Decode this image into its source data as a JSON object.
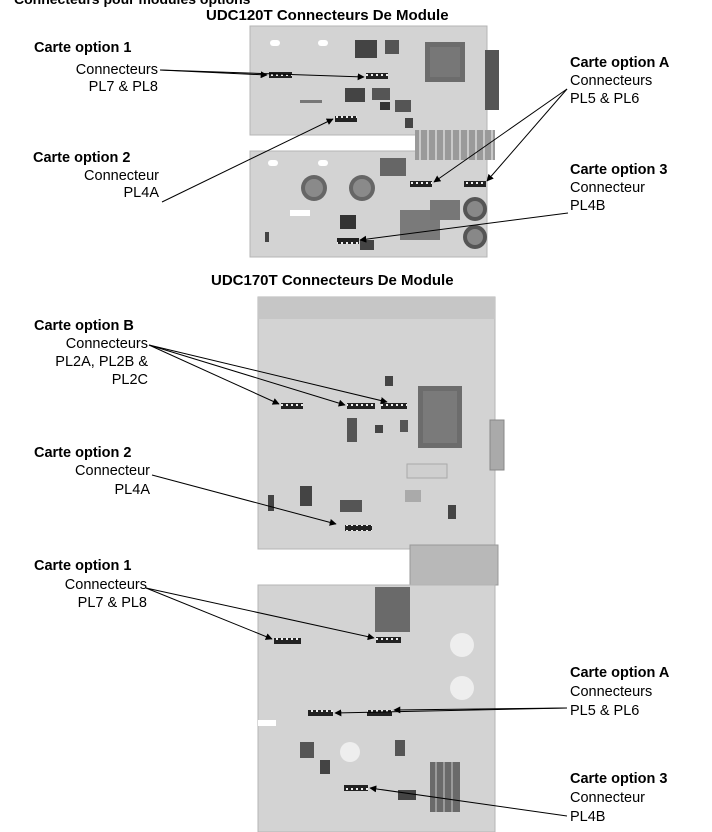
{
  "header": {
    "cut_title": "Connecteurs pour modules options"
  },
  "udc120": {
    "title": "UDC120T Connecteurs De Module",
    "labels": {
      "opt1": {
        "title": "Carte option 1",
        "line1": "Connecteurs",
        "line2": "PL7 & PL8"
      },
      "opt2": {
        "title": "Carte option 2",
        "line1": "Connecteur",
        "line2": "PL4A"
      },
      "optA": {
        "title": "Carte option A",
        "line1": "Connecteurs",
        "line2": "PL5 & PL6"
      },
      "opt3": {
        "title": "Carte option 3",
        "line1": "Connecteur",
        "line2": "PL4B"
      }
    }
  },
  "udc170": {
    "title": "UDC170T Connecteurs De Module",
    "labels": {
      "optB": {
        "title": "Carte option B",
        "line1": "Connecteurs",
        "line2": "PL2A, PL2B &",
        "line3": "PL2C"
      },
      "opt2": {
        "title": "Carte option 2",
        "line1": "Connecteur",
        "line2": "PL4A"
      },
      "opt1": {
        "title": "Carte option 1",
        "line1": "Connecteurs",
        "line2": "PL7 & PL8"
      },
      "optA": {
        "title": "Carte option A",
        "line1": "Connecteurs",
        "line2": "PL5 & PL6"
      },
      "opt3": {
        "title": "Carte option 3",
        "line1": "Connecteur",
        "line2": "PL4B"
      }
    }
  }
}
